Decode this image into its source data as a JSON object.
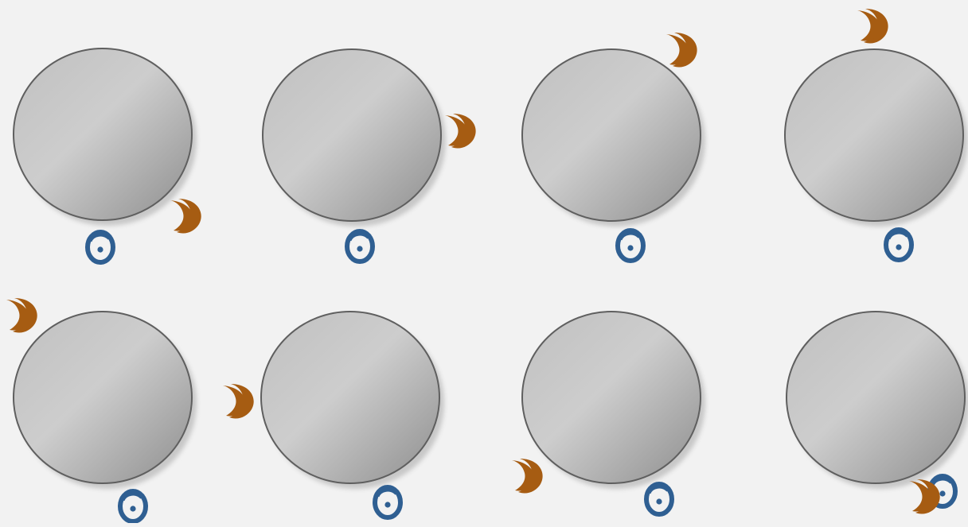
{
  "colors": {
    "background": "#f2f2f2",
    "sphere_light": "#cfcfcf",
    "sphere_dark": "#8a8a8a",
    "sphere_outline": "#5f5f5f",
    "shadow": "#c4c4c4",
    "crescent": "#a65c12",
    "eye": "#2f5f92"
  },
  "icons": {
    "body": "sphere-icon",
    "moon": "crescent-moon-icon",
    "observer": "eye-symbol-icon"
  },
  "panels": [
    {
      "id": "panel-1",
      "row": 1,
      "col": 1
    },
    {
      "id": "panel-2",
      "row": 1,
      "col": 2
    },
    {
      "id": "panel-3",
      "row": 1,
      "col": 3
    },
    {
      "id": "panel-4",
      "row": 1,
      "col": 4
    },
    {
      "id": "panel-5",
      "row": 2,
      "col": 1
    },
    {
      "id": "panel-6",
      "row": 2,
      "col": 2
    },
    {
      "id": "panel-7",
      "row": 2,
      "col": 3
    },
    {
      "id": "panel-8",
      "row": 2,
      "col": 4
    }
  ]
}
